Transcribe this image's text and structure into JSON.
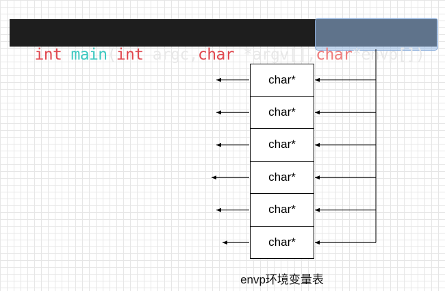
{
  "code": {
    "tokens": [
      {
        "text": "int",
        "kind": "kw"
      },
      {
        "text": " ",
        "kind": "txt"
      },
      {
        "text": "main",
        "kind": "fn"
      },
      {
        "text": "(",
        "kind": "txt"
      },
      {
        "text": "int",
        "kind": "kw"
      },
      {
        "text": " argc,",
        "kind": "txt"
      },
      {
        "text": "char",
        "kind": "kw"
      },
      {
        "text": " *argv[],",
        "kind": "txt"
      },
      {
        "text": "char",
        "kind": "sel"
      },
      {
        "text": "*envp[])",
        "kind": "txt"
      }
    ]
  },
  "table": {
    "cells": [
      "char*",
      "char*",
      "char*",
      "char*",
      "char*",
      "char*"
    ],
    "caption": "envp环境变量表"
  },
  "colors": {
    "code_background": "#1e1e1e",
    "keyword": "#e0484f",
    "function": "#3cc8c0",
    "highlight": "#96b9e6"
  }
}
